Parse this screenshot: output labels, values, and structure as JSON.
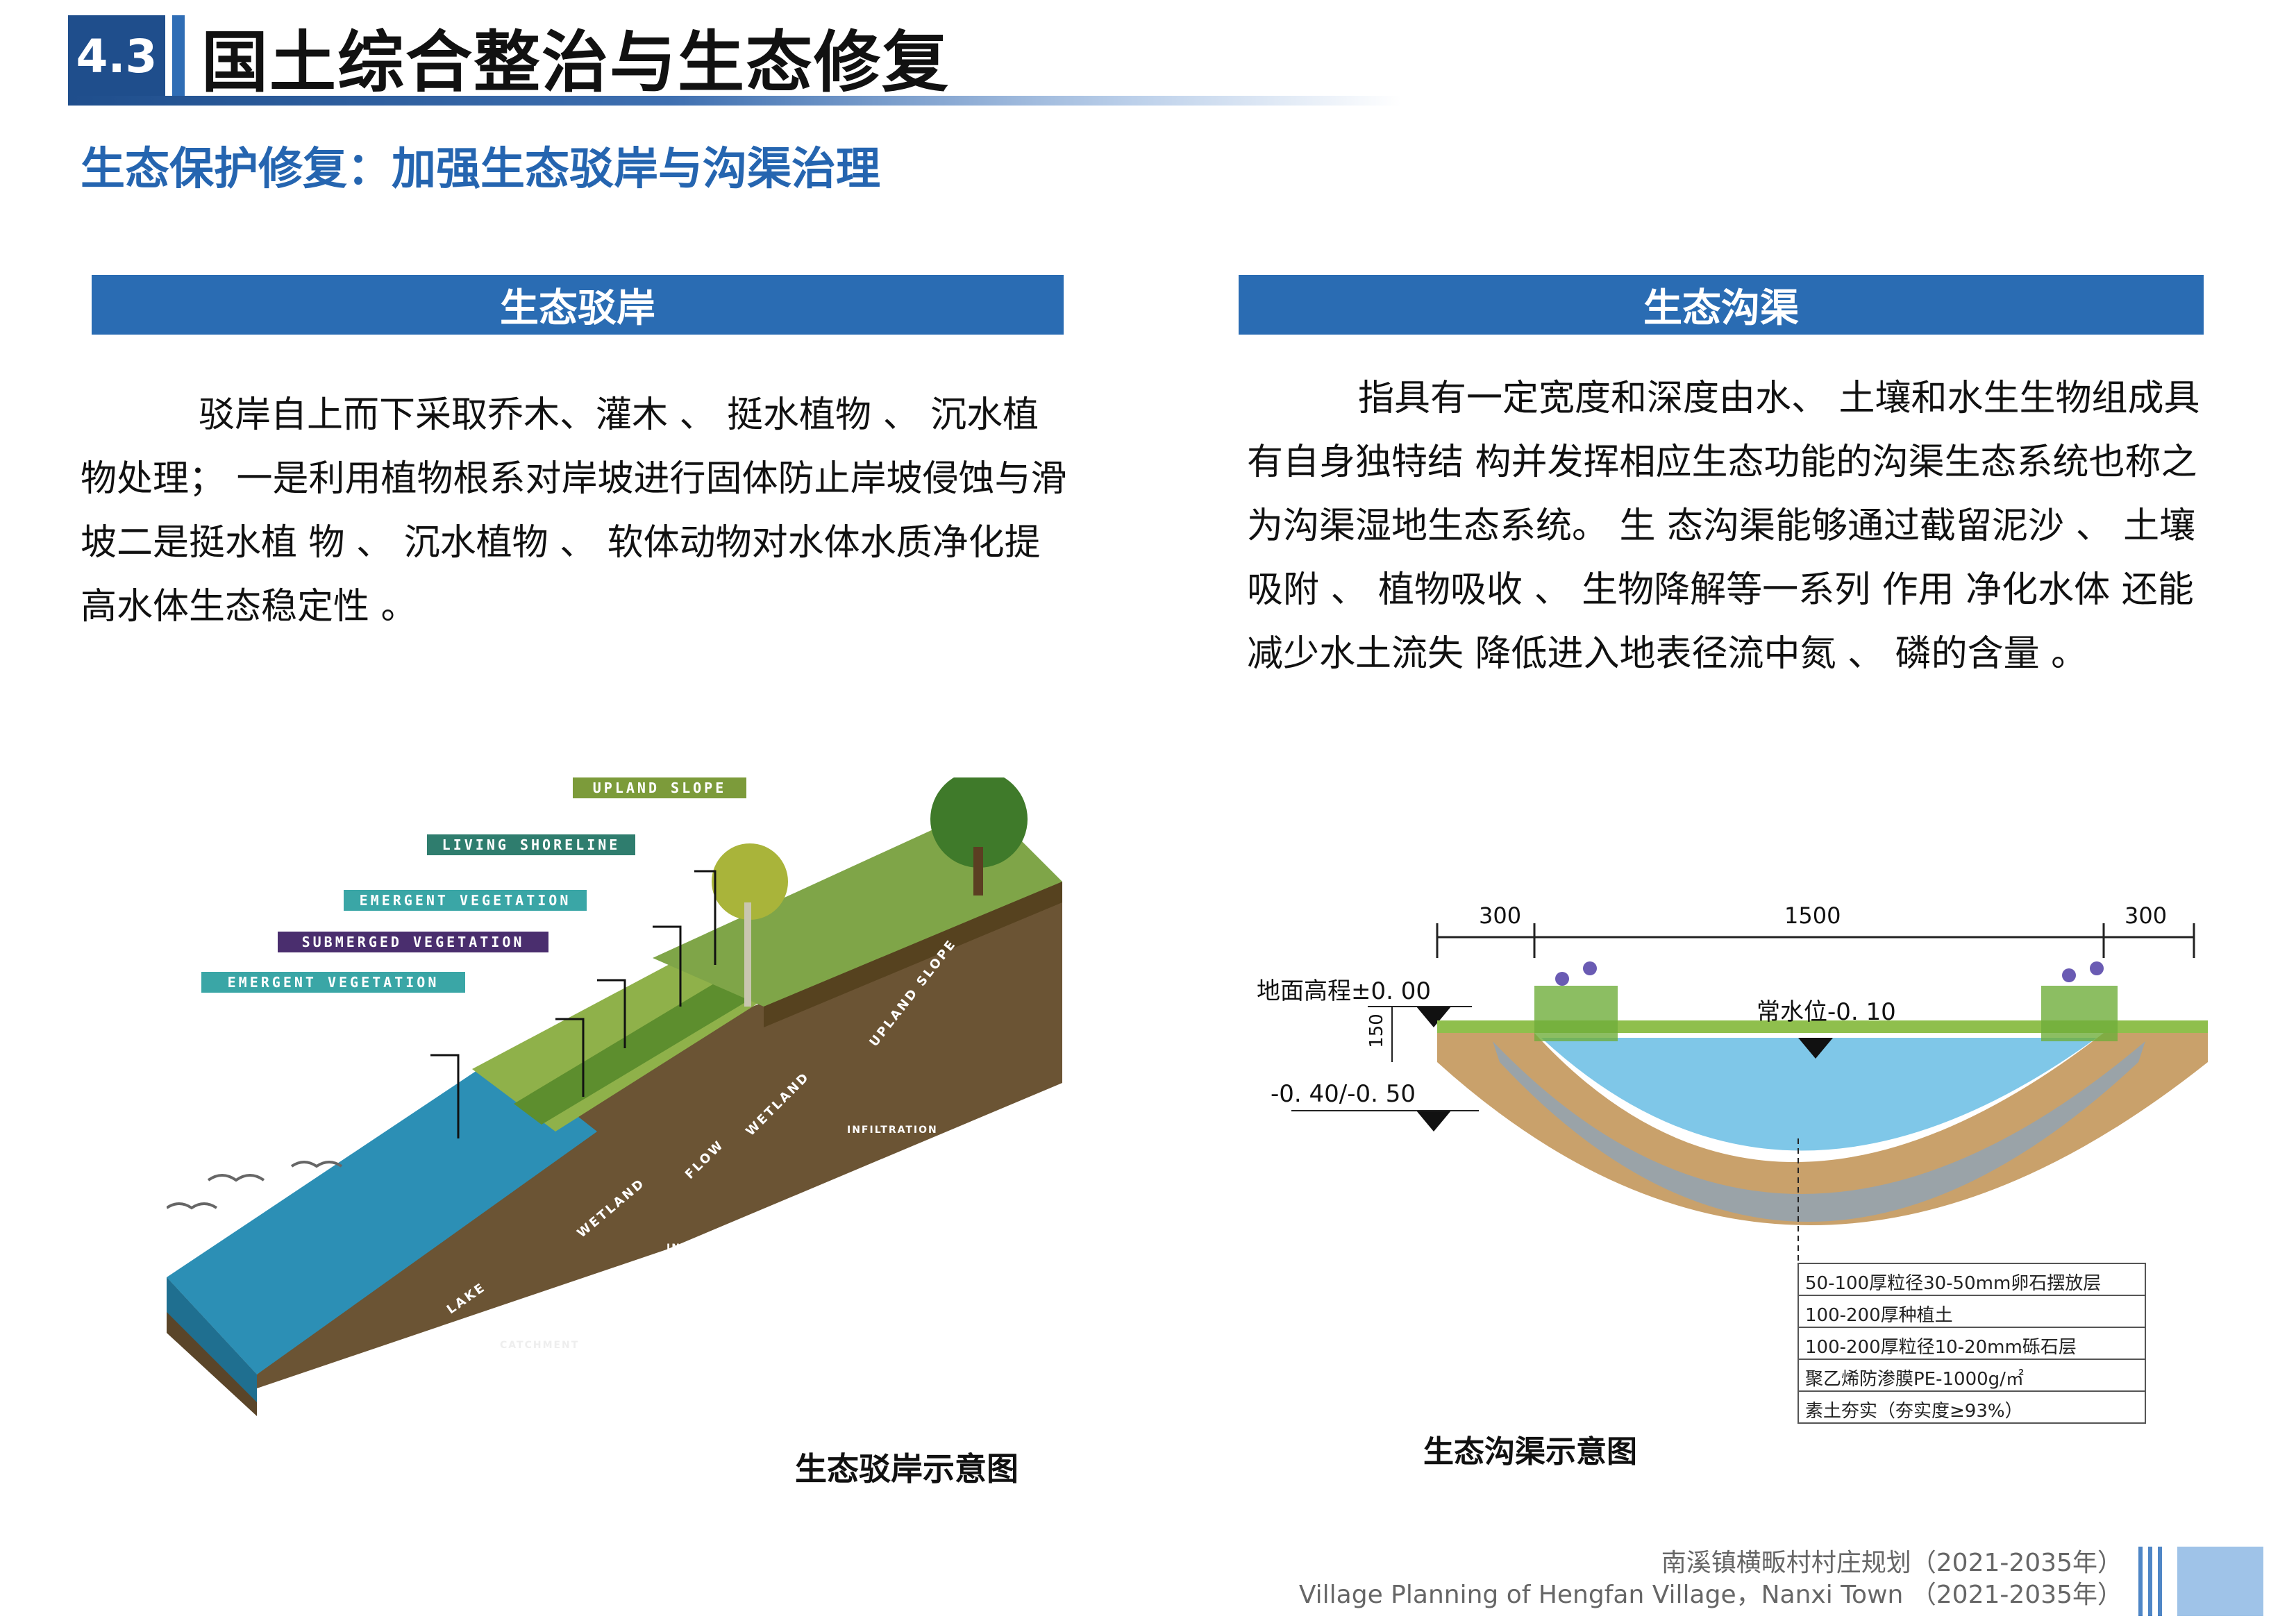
{
  "header": {
    "section_number": "4.3",
    "section_title": "国土综合整治与生态修复",
    "subtitle": "生态保护修复：加强生态驳岸与沟渠治理"
  },
  "left": {
    "heading": "生态驳岸",
    "paragraph": "驳岸自上而下采取乔木、灌木 、 挺水植物 、 沉水植物处理； 一是利用植物根系对岸坡进行固体防止岸坡侵蚀与滑坡二是挺水植 物 、 沉水植物 、 软体动物对水体水质净化提高水体生态稳定性 。",
    "diagram": {
      "labels": [
        "UPLAND SLOPE",
        "LIVING SHORELINE",
        "EMERGENT VEGETATION",
        "SUBMERGED VEGETATION",
        "EMERGENT VEGETATION"
      ],
      "terrain_labels": [
        "UPLAND SLOPE",
        "WETLAND",
        "FLOW",
        "WETLAND",
        "INFILTRATION",
        "INFILTRATION",
        "LAKE",
        "CATCHMENT"
      ],
      "caption": "生态驳岸示意图"
    }
  },
  "right": {
    "heading": "生态沟渠",
    "paragraph": "指具有一定宽度和深度由水、 土壤和水生生物组成具有自身独特结 构并发挥相应生态功能的沟渠生态系统也称之为沟渠湿地生态系统。 生 态沟渠能够通过截留泥沙 、 土壤吸附 、 植物吸收 、 生物降解等一系列 作用 净化水体 还能减少水土流失 降低进入地表径流中氮 、 磷的含量 。",
    "diagram": {
      "dims": [
        "300",
        "1500",
        "300"
      ],
      "ground_level": "地面高程±0. 00",
      "water_level": "常水位-0. 10",
      "depth_dim": "150",
      "bottom_level": "-0. 40/-0. 50",
      "layers": [
        "50-100厚粒径30-50mm卵石摆放层",
        "100-200厚种植土",
        "100-200厚粒径10-20mm砾石层",
        "聚乙烯防渗膜PE-1000g/㎡",
        "素土夯实（夯实度≥93%）"
      ],
      "caption": "生态沟渠示意图"
    }
  },
  "footer": {
    "cn": "南溪镇横畈村村庄规划（2021-2035年）",
    "en": "Village Planning of Hengfan Village，Nanxi Town （2021-2035年）"
  },
  "colors": {
    "primary_dark": "#1f4e8c",
    "primary": "#2a6cb3",
    "subtitle_blue": "#2565b0"
  }
}
